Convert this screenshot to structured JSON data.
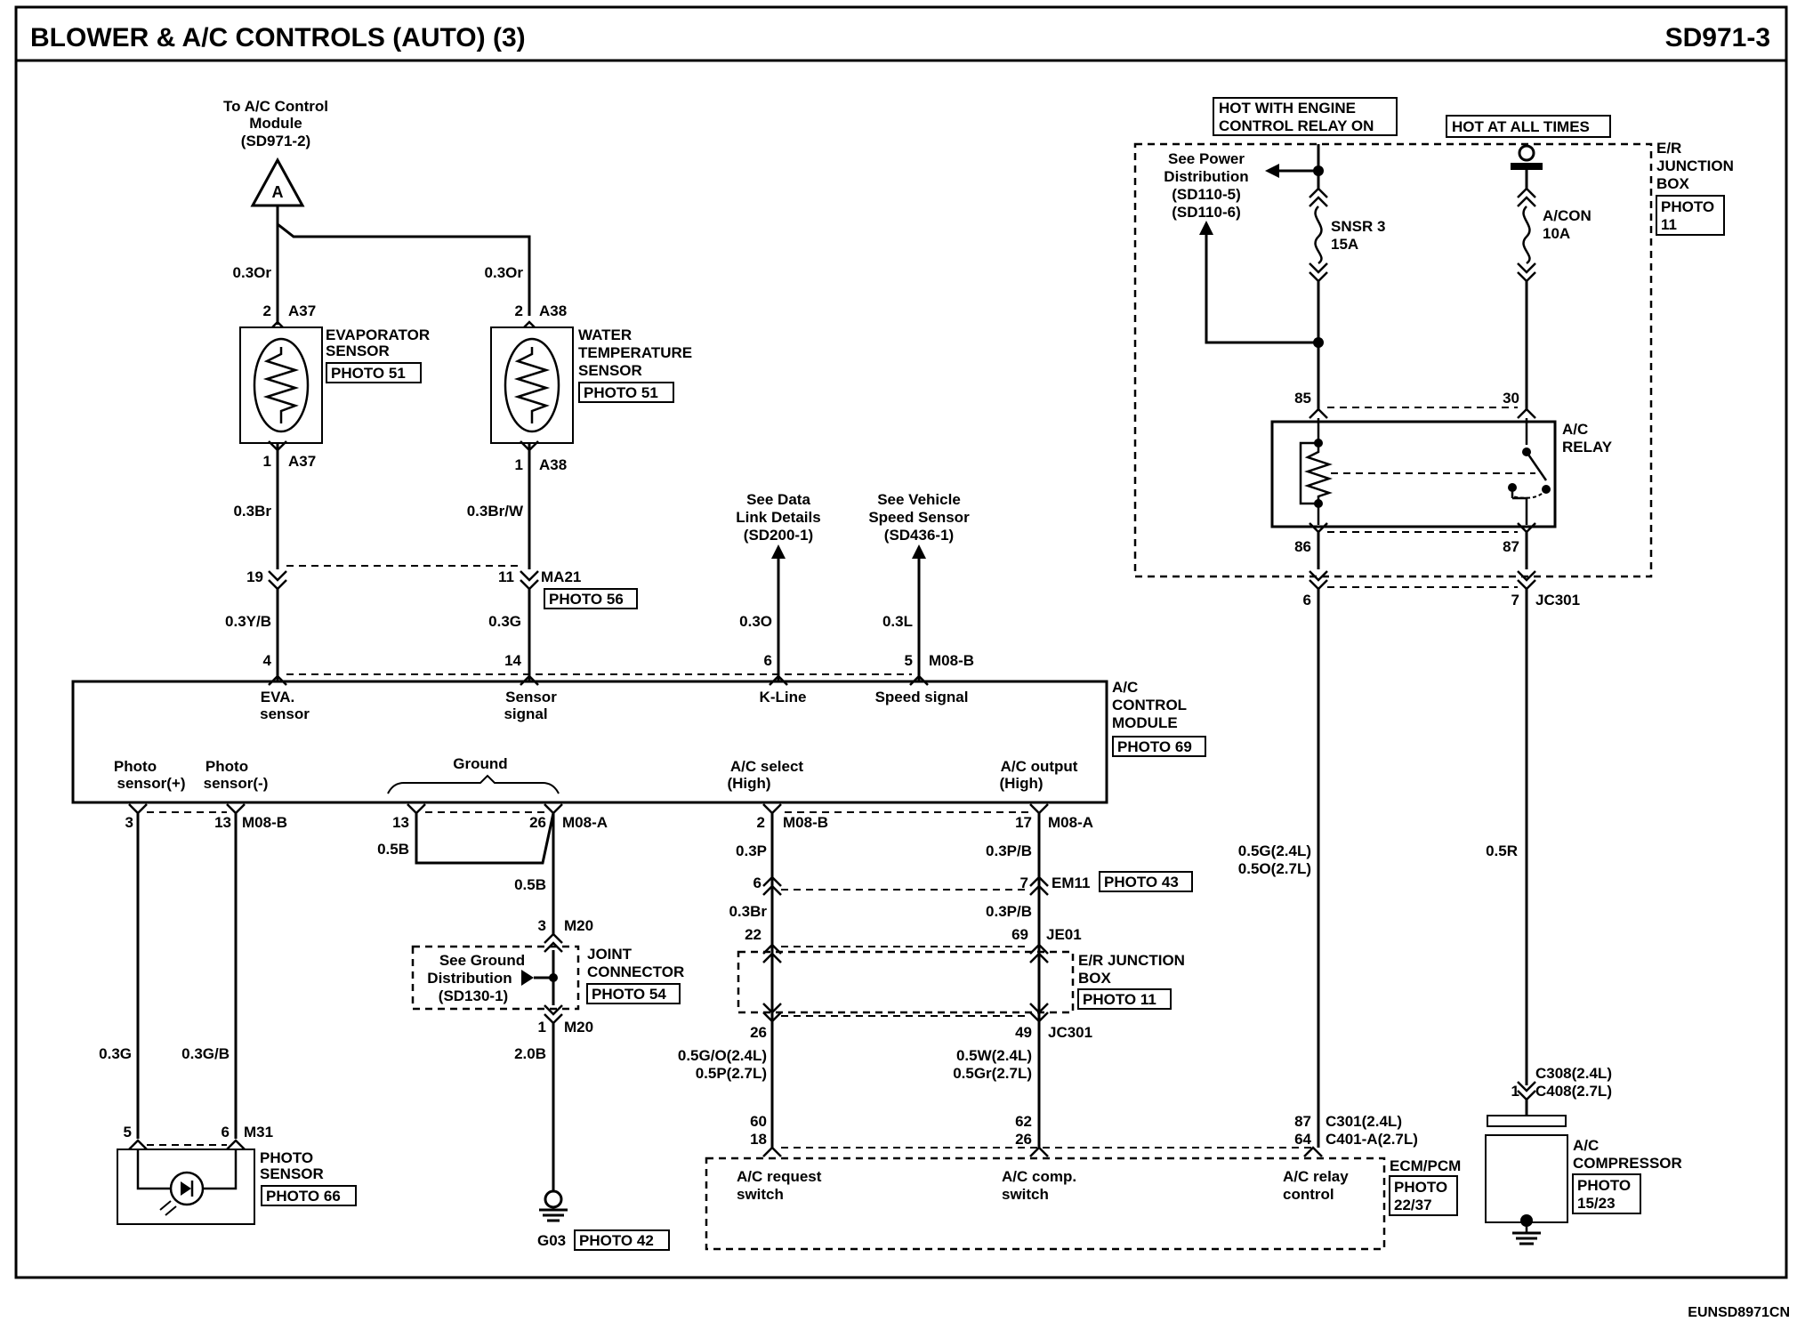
{
  "header": {
    "title": "BLOWER & A/C CONTROLS (AUTO) (3)",
    "code": "SD971-3"
  },
  "footer": {
    "ref": "EUNSD8971CN"
  },
  "top_left": {
    "connector_letter": "A",
    "to_module": [
      "To A/C Control",
      "Module",
      "(SD971-2)"
    ]
  },
  "evap_sensor": {
    "title": [
      "EVAPORATOR",
      "SENSOR"
    ],
    "photo": "PHOTO 51",
    "wire_top": "0.3Or",
    "wire_bottom": "0.3Br",
    "pin_top": "2",
    "conn_top": "A37",
    "pin_bottom": "1",
    "conn_bottom": "A37"
  },
  "water_sensor": {
    "title": [
      "WATER",
      "TEMPERATURE",
      "SENSOR"
    ],
    "photo": "PHOTO 51",
    "wire_top": "0.3Or",
    "wire_bottom": "0.3Br/W",
    "pin_top": "2",
    "conn_top": "A38",
    "pin_bottom": "1",
    "conn_bottom": "A38"
  },
  "ma21": {
    "pin_left": "19",
    "pin_right": "11",
    "conn": "MA21",
    "photo": "PHOTO 56",
    "wire_left": "0.3Y/B",
    "wire_right": "0.3G"
  },
  "data_link": {
    "note": [
      "See Data",
      "Link Details",
      "(SD200-1)"
    ],
    "wire": "0.3O",
    "pin": "6"
  },
  "speed": {
    "note": [
      "See Vehicle",
      "Speed Sensor",
      "(SD436-1)"
    ],
    "wire": "0.3L",
    "pin": "5",
    "conn": "M08-B"
  },
  "module": {
    "title": [
      "A/C",
      "CONTROL",
      "MODULE"
    ],
    "photo": "PHOTO 69",
    "pin_eva": "4",
    "pin_sensor": "14",
    "eva": [
      "EVA.",
      "sensor"
    ],
    "sensor": [
      "Sensor",
      "signal"
    ],
    "kline": "K-Line",
    "speed": "Speed signal",
    "photo_plus": [
      "Photo",
      "sensor(+)"
    ],
    "photo_minus": [
      "Photo",
      "sensor(-)"
    ],
    "ground": "Ground",
    "ac_select": [
      "A/C select",
      "(High)"
    ],
    "ac_output": [
      "A/C output",
      "(High)"
    ]
  },
  "photo_circuit": {
    "pin_plus": "3",
    "pin_minus": "13",
    "conn": "M08-B",
    "wire_plus": "0.3G",
    "wire_minus": "0.3G/B",
    "sensor_pin_plus": "5",
    "sensor_pin_minus": "6",
    "sensor_conn": "M31",
    "sensor_title": [
      "PHOTO",
      "SENSOR"
    ],
    "photo": "PHOTO 66"
  },
  "ground_circuit": {
    "pin_a": "13",
    "pin_b": "26",
    "conn": "M08-A",
    "wire_jumper": "0.5B",
    "wire_down": "0.5B",
    "m20_pin_top": "3",
    "m20": "M20",
    "m20_pin_bottom": "1",
    "joint_title": [
      "JOINT",
      "CONNECTOR"
    ],
    "joint_photo": "PHOTO 54",
    "ground_note": [
      "See Ground",
      "Distribution",
      "(SD130-1)"
    ],
    "wire_gnd": "2.0B",
    "gnd_name": "G03",
    "gnd_photo": "PHOTO 42"
  },
  "ac_select_circuit": {
    "pin": "2",
    "conn": "M08-B",
    "wire1": "0.3P",
    "em_pin": "6",
    "wire2": "0.3Br",
    "je_pin": "22",
    "jc_pin": "26",
    "wire3": [
      "0.5G/O(2.4L)",
      "0.5P(2.7L)"
    ],
    "ecm_pins": [
      "60",
      "18"
    ]
  },
  "ac_output_circuit": {
    "pin": "17",
    "conn": "M08-A",
    "wire1": "0.3P/B",
    "em_pin": "7",
    "em_conn": "EM11",
    "em_photo": "PHOTO 43",
    "wire2": "0.3P/B",
    "je_pin": "69",
    "je_conn": "JE01",
    "jc_pin": "49",
    "jc_conn": "JC301",
    "wire3": [
      "0.5W(2.4L)",
      "0.5Gr(2.7L)"
    ],
    "ecm_pins": [
      "62",
      "26"
    ]
  },
  "er_box_mid": {
    "title": [
      "E/R JUNCTION",
      "BOX"
    ],
    "photo": "PHOTO 11"
  },
  "ecm": {
    "req": [
      "A/C request",
      "switch"
    ],
    "comp": [
      "A/C comp.",
      "switch"
    ],
    "relay": [
      "A/C relay",
      "control"
    ],
    "title": "ECM/PCM",
    "photo": [
      "PHOTO",
      "22/37"
    ],
    "pins_relay": [
      "87",
      "64"
    ],
    "conns": [
      "C301(2.4L)",
      "C401-A(2.7L)"
    ]
  },
  "power": {
    "hot_engine": [
      "HOT WITH ENGINE",
      "CONTROL RELAY ON"
    ],
    "hot_all": "HOT AT ALL TIMES",
    "note": [
      "See Power",
      "Distribution",
      "(SD110-5)",
      "(SD110-6)"
    ],
    "fuse1": [
      "SNSR 3",
      "15A"
    ],
    "fuse2": [
      "A/CON",
      "10A"
    ]
  },
  "er_box_top": {
    "title": [
      "E/R",
      "JUNCTION",
      "BOX"
    ],
    "photo": [
      "PHOTO",
      "11"
    ]
  },
  "relay": {
    "title": [
      "A/C",
      "RELAY"
    ],
    "pin85": "85",
    "pin30": "30",
    "pin86": "86",
    "pin87": "87"
  },
  "jc301": {
    "pin_left": "6",
    "pin_right": "7",
    "conn": "JC301",
    "wire_left": [
      "0.5G(2.4L)",
      "0.5O(2.7L)"
    ],
    "wire_right": "0.5R"
  },
  "compressor": {
    "pin": "1",
    "conns": [
      "C308(2.4L)",
      "C408(2.7L)"
    ],
    "title": [
      "A/C",
      "COMPRESSOR"
    ],
    "photo": [
      "PHOTO",
      "15/23"
    ]
  }
}
